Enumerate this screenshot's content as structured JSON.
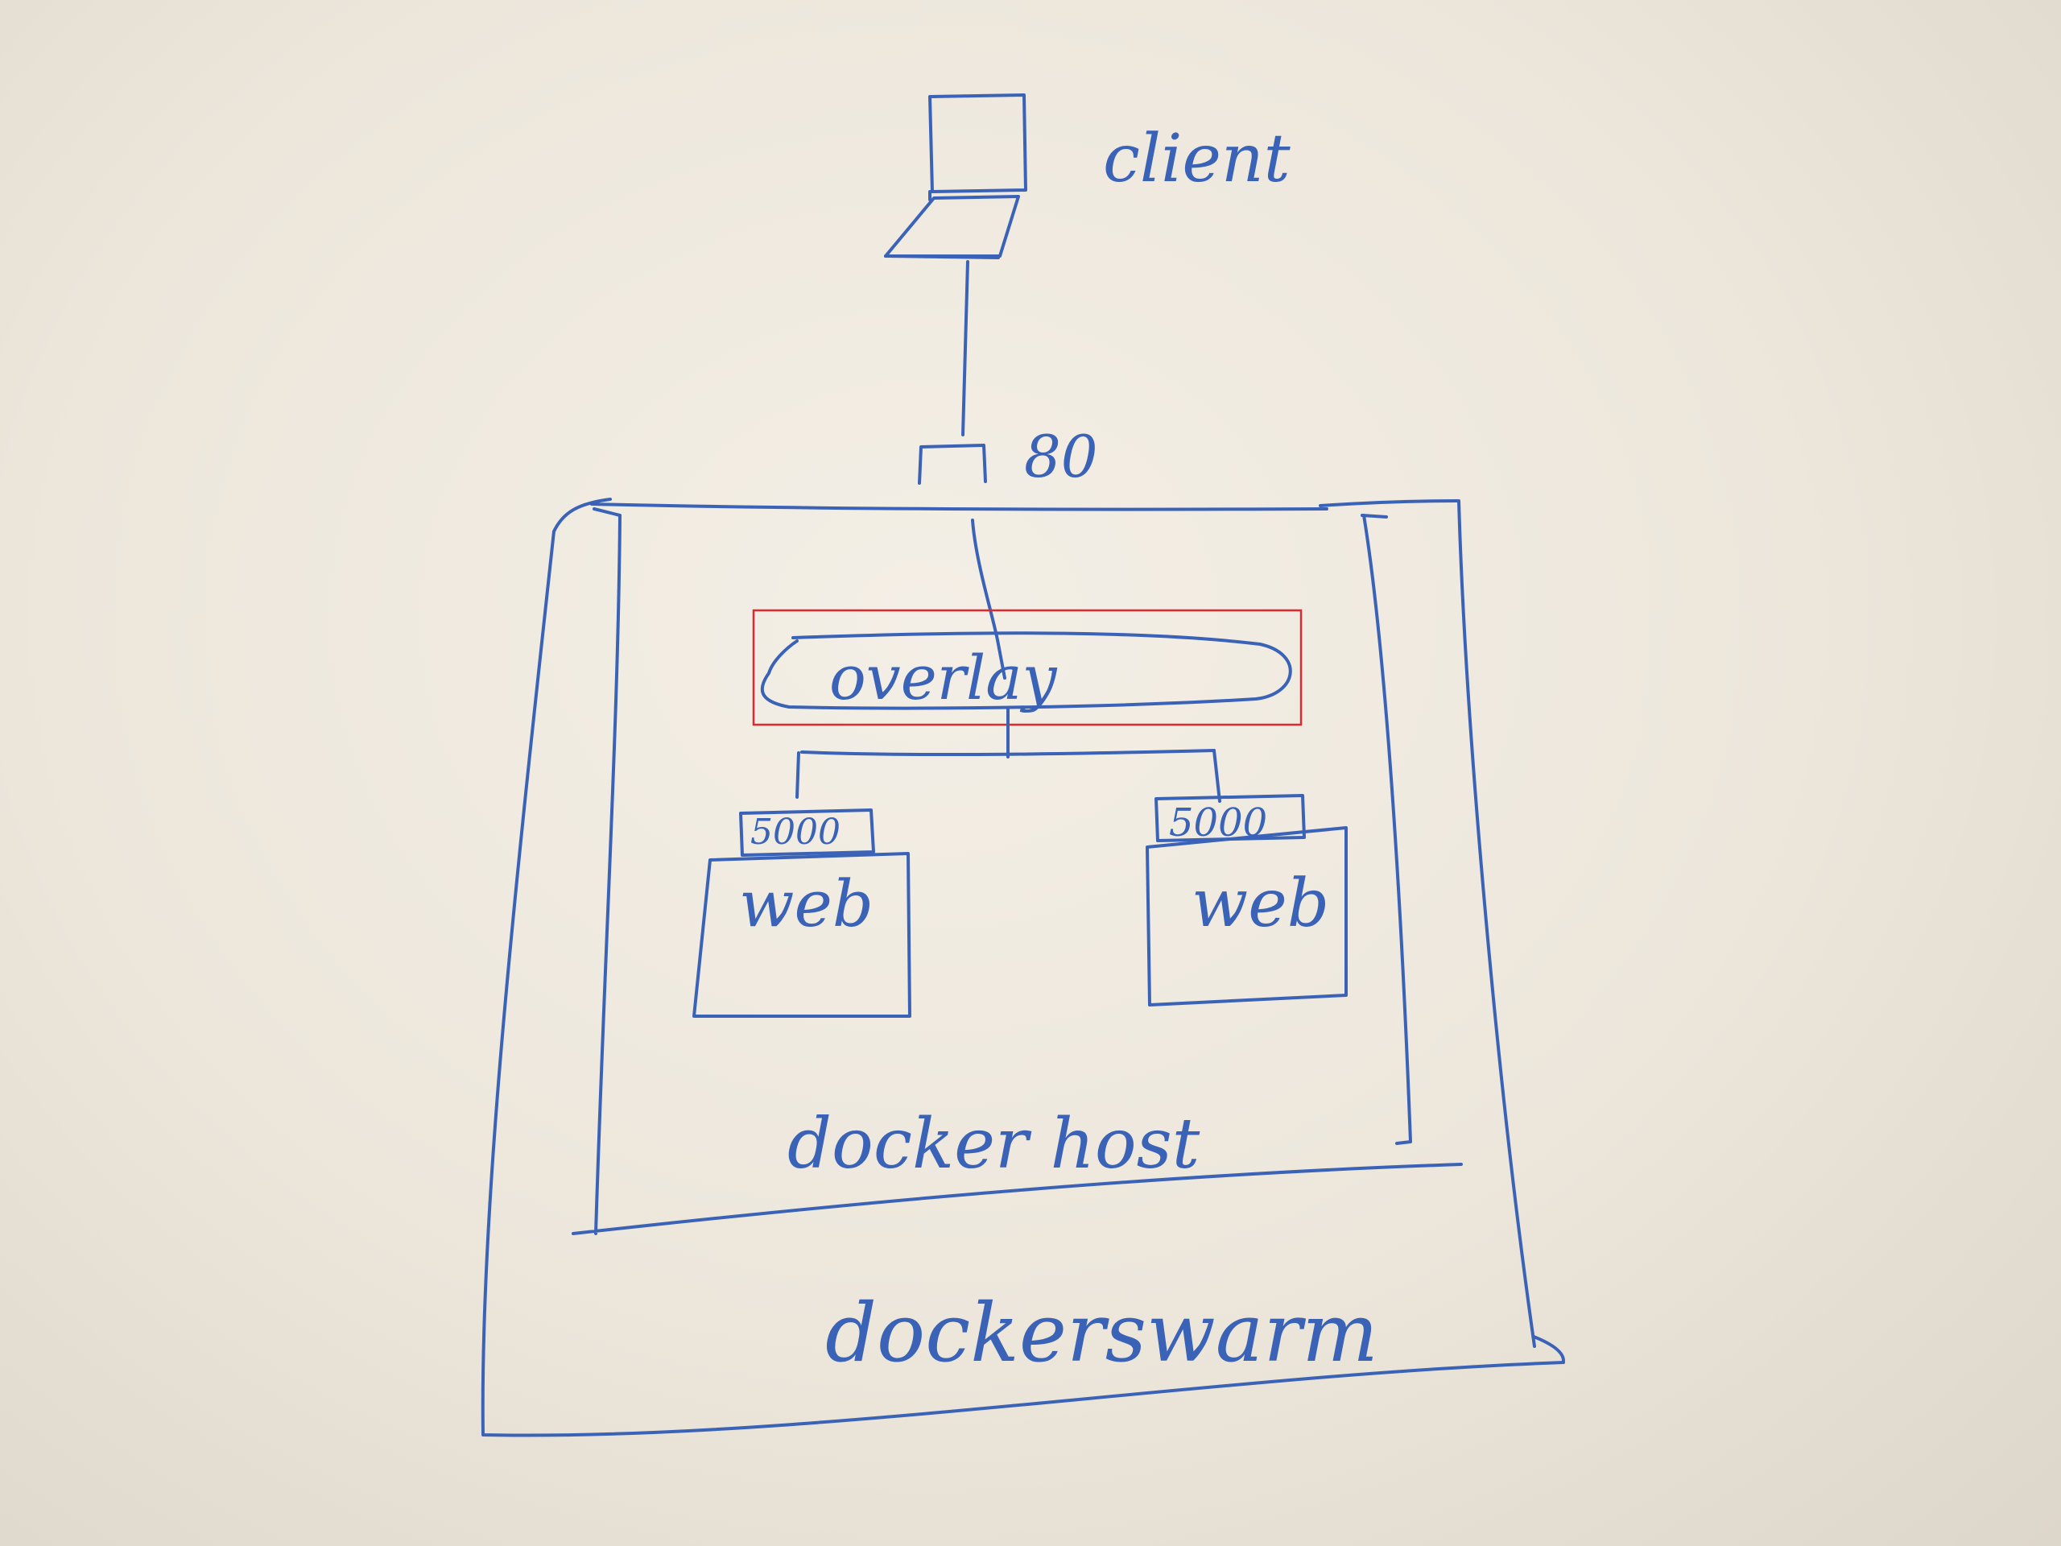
{
  "colors": {
    "ink": "#3a63b8",
    "highlight": "#e0282f",
    "paper": "#efe9df"
  },
  "labels": {
    "client": "client",
    "port_top": "80",
    "overlay": "overlay",
    "web_left": "web",
    "web_right": "web",
    "port_left": "5000",
    "port_right": "5000",
    "docker_host": "docker host",
    "docker_swarm": "dockerswarm"
  },
  "icons": {
    "client": "laptop-icon"
  }
}
